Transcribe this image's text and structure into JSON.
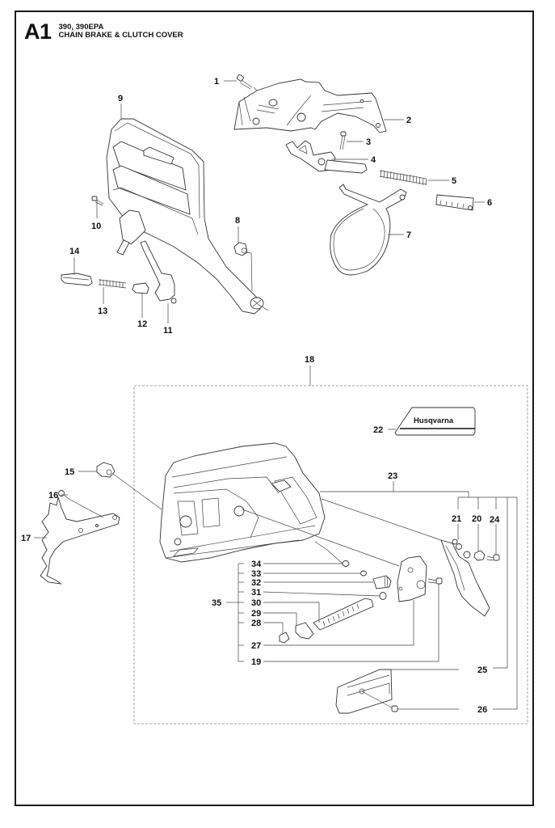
{
  "header": {
    "section_code": "A1",
    "models": "390, 390EPA",
    "title": "CHAIN BRAKE & CLUTCH COVER"
  },
  "decal": {
    "brand_text": "Husqvarna"
  },
  "parts": [
    {
      "id": "1",
      "name": "screw"
    },
    {
      "id": "2",
      "name": "chain-brake-housing"
    },
    {
      "id": "3",
      "name": "screw"
    },
    {
      "id": "4",
      "name": "brake-lever-assembly"
    },
    {
      "id": "5",
      "name": "spring"
    },
    {
      "id": "6",
      "name": "spring-holder"
    },
    {
      "id": "7",
      "name": "brake-band"
    },
    {
      "id": "8",
      "name": "nut"
    },
    {
      "id": "9",
      "name": "kickback-guard"
    },
    {
      "id": "10",
      "name": "screw"
    },
    {
      "id": "11",
      "name": "lever"
    },
    {
      "id": "12",
      "name": "plunger"
    },
    {
      "id": "13",
      "name": "spring"
    },
    {
      "id": "14",
      "name": "cover"
    },
    {
      "id": "15",
      "name": "nut"
    },
    {
      "id": "16",
      "name": "screw"
    },
    {
      "id": "17",
      "name": "bumper-spike"
    },
    {
      "id": "18",
      "name": "clutch-cover-assembly"
    },
    {
      "id": "19",
      "name": "screw"
    },
    {
      "id": "20",
      "name": "nut"
    },
    {
      "id": "21",
      "name": "washer"
    },
    {
      "id": "22",
      "name": "decal"
    },
    {
      "id": "23",
      "name": "chain-catcher-assembly"
    },
    {
      "id": "24",
      "name": "screw"
    },
    {
      "id": "25",
      "name": "chain-guide-plate"
    },
    {
      "id": "26",
      "name": "screw"
    },
    {
      "id": "27",
      "name": "plate"
    },
    {
      "id": "28",
      "name": "gear"
    },
    {
      "id": "29",
      "name": "nut"
    },
    {
      "id": "30",
      "name": "chain-tensioner-screw"
    },
    {
      "id": "31",
      "name": "o-ring"
    },
    {
      "id": "32",
      "name": "gear"
    },
    {
      "id": "33",
      "name": "washer"
    },
    {
      "id": "34",
      "name": "washer"
    },
    {
      "id": "35",
      "name": "chain-tensioner-kit"
    }
  ]
}
